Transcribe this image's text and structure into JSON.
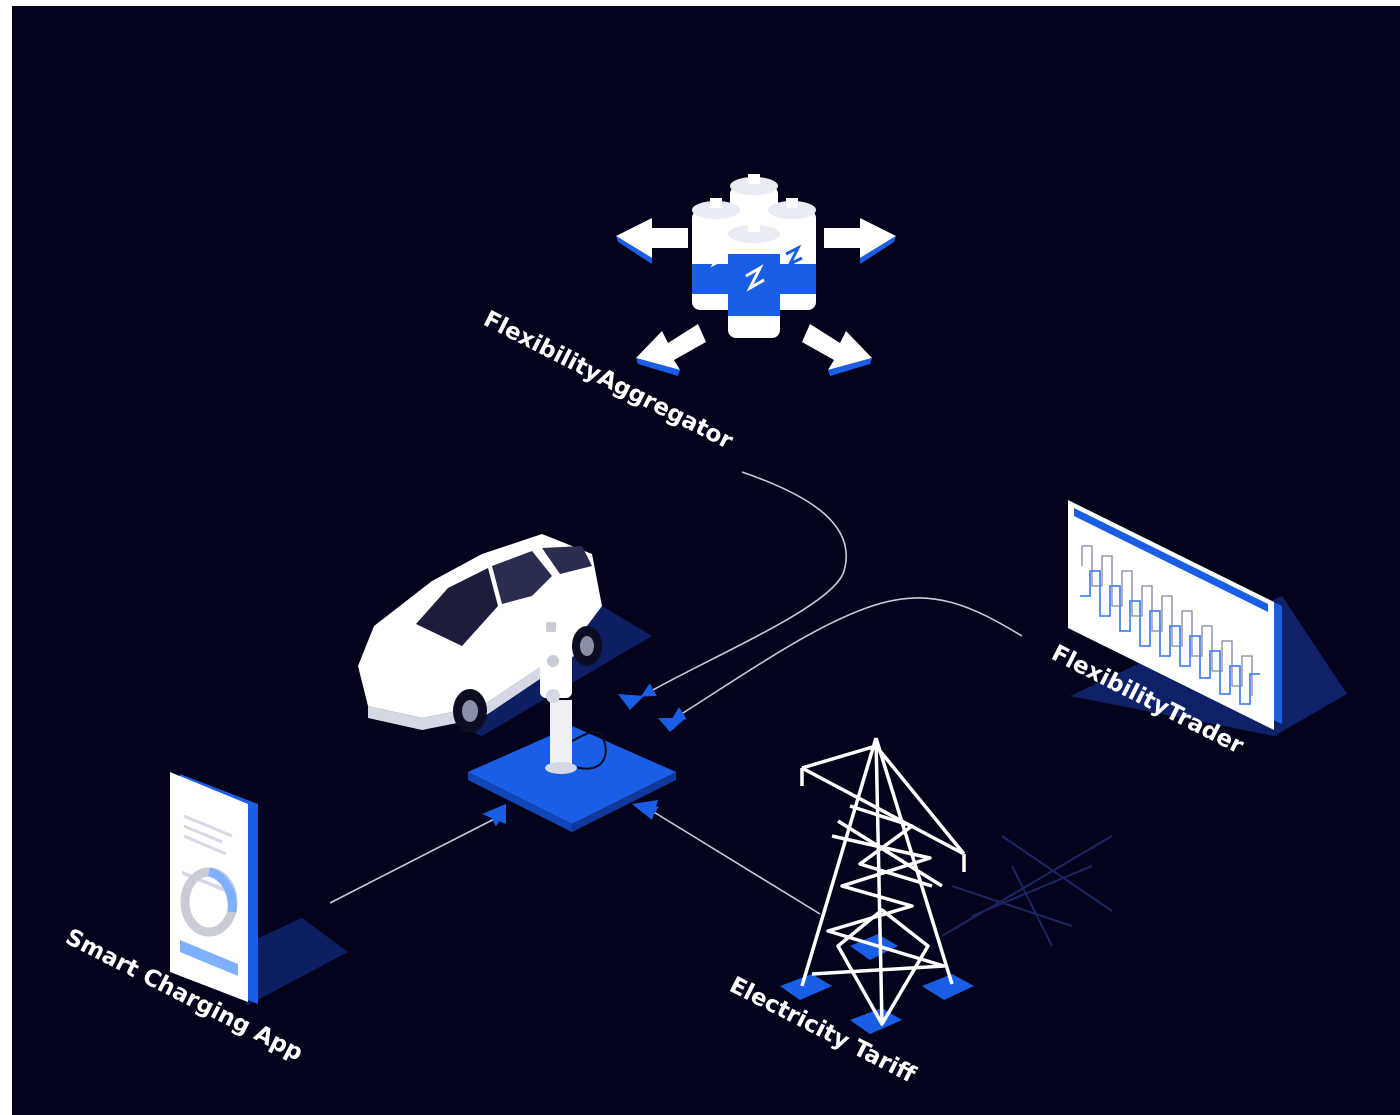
{
  "diagram": {
    "nodes": [
      {
        "id": "aggregator",
        "label": "FlexibilityAggregator",
        "icon": "batteries-icon"
      },
      {
        "id": "trader",
        "label": "FlexibilityTrader",
        "icon": "chart-screen-icon"
      },
      {
        "id": "app",
        "label": "Smart Charging App",
        "icon": "smartphone-icon"
      },
      {
        "id": "tariff",
        "label": "Electricity Tariff",
        "icon": "power-pylon-icon"
      },
      {
        "id": "charger",
        "label": "",
        "icon": "ev-charger-icon"
      }
    ],
    "edges": [
      {
        "from": "aggregator",
        "to": "charger"
      },
      {
        "from": "trader",
        "to": "charger"
      },
      {
        "from": "app",
        "to": "charger"
      },
      {
        "from": "tariff",
        "to": "charger"
      }
    ]
  },
  "colors": {
    "background": "#03031c",
    "accent": "#1a5ee6",
    "light_blue": "#7fb0ff",
    "white": "#ffffff",
    "line": "#c9cbd6"
  }
}
